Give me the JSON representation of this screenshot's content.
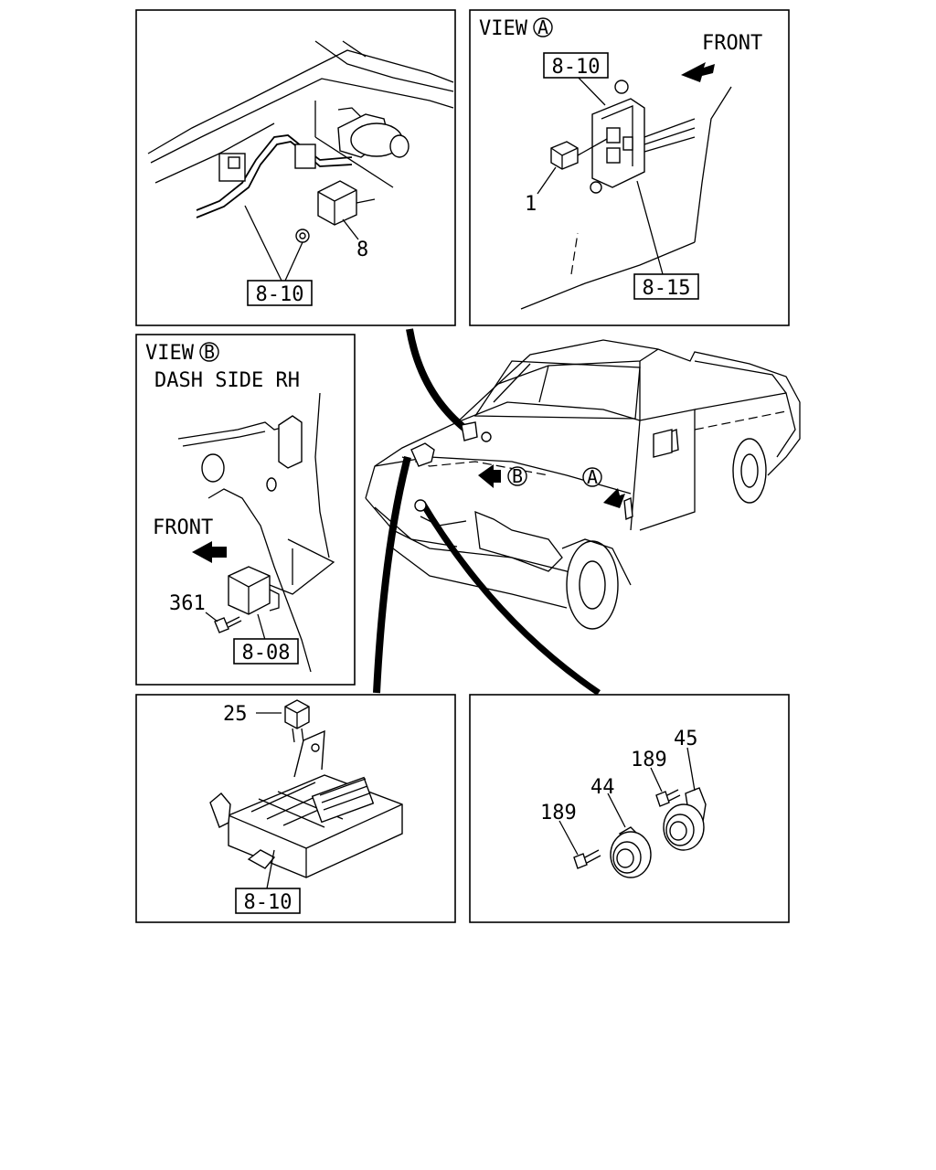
{
  "panels": {
    "p1": {
      "refs": [
        "8-10"
      ],
      "parts": [
        "8"
      ]
    },
    "p2": {
      "view": "VIEW",
      "view_letter": "A",
      "front": "FRONT",
      "refs": [
        "8-10",
        "8-15"
      ],
      "parts": [
        "1"
      ]
    },
    "p3": {
      "view": "VIEW",
      "view_letter": "B",
      "subtitle": "DASH SIDE RH",
      "front": "FRONT",
      "refs": [
        "8-08"
      ],
      "parts": [
        "361"
      ]
    },
    "p5": {
      "refs": [
        "8-10"
      ],
      "parts": [
        "25"
      ]
    },
    "p6": {
      "parts": [
        "45",
        "189",
        "44",
        "189"
      ]
    }
  },
  "truck": {
    "marker_a": "A",
    "marker_b": "B"
  }
}
